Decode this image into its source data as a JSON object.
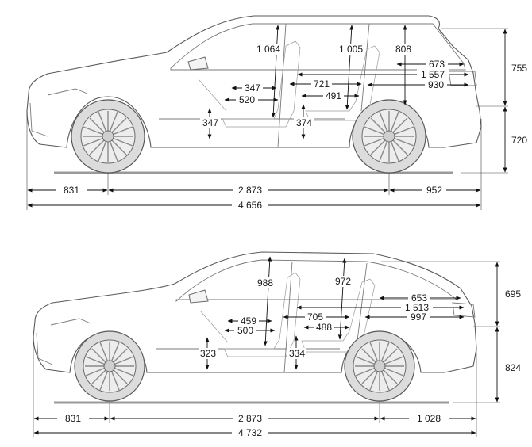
{
  "glc_suv": {
    "overall_length": "4 656",
    "front_overhang": "831",
    "wheelbase": "2 873",
    "rear_overhang": "952",
    "front_headroom": "1 064",
    "rear_headroom": "1 005",
    "rear_headroom_2": "808",
    "front_seat_fore_aft": "347",
    "front_seat_cushion": "520",
    "rear_legroom": "721",
    "rear_seat_cushion": "491",
    "front_seat_height": "347",
    "rear_seat_height": "374",
    "cargo_length_673": "673",
    "cargo_length_1557": "1 557",
    "cargo_length_930": "930",
    "roof_height_above_axle": "755",
    "axle_height": "720"
  },
  "glc_coupe": {
    "overall_length": "4 732",
    "front_overhang": "831",
    "wheelbase": "2 873",
    "rear_overhang": "1 028",
    "front_headroom": "988",
    "rear_headroom": "972",
    "front_seat_fore_aft": "459",
    "front_seat_cushion": "500",
    "rear_legroom": "705",
    "rear_seat_cushion": "488",
    "front_seat_height": "323",
    "rear_seat_height": "334",
    "cargo_length_653": "653",
    "cargo_length_1513": "1 513",
    "cargo_length_997": "997",
    "roof_height_above_axle": "695",
    "axle_height": "824"
  }
}
